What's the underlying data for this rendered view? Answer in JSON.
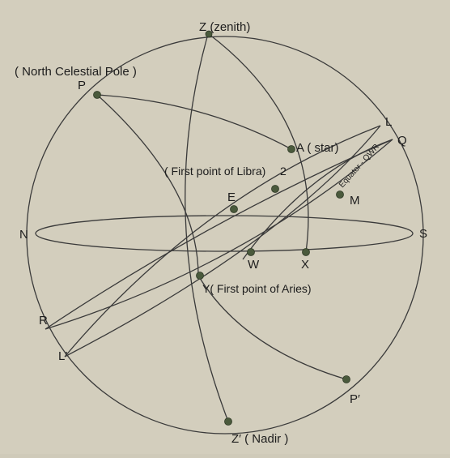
{
  "labels": {
    "zenith": "Z (zenith)",
    "ncp": "( North Celestial Pole )",
    "p": "P",
    "star": "A ( star)",
    "libra": "( First point of Libra)",
    "libra_num": "2",
    "e": "E",
    "m": "M",
    "l": "L",
    "q": "Q",
    "equator": "Equator - QWR",
    "n": "N",
    "s": "S",
    "w": "W",
    "x": "X",
    "aries": "Y( First point of Aries)",
    "r": "R",
    "l_prime": "L′",
    "p_prime": "P′",
    "nadir": "Z′ ( Nadir )"
  },
  "colors": {
    "paper": "#cfcab9",
    "line": "#3a3a3a",
    "point": "#4a5a3c"
  }
}
